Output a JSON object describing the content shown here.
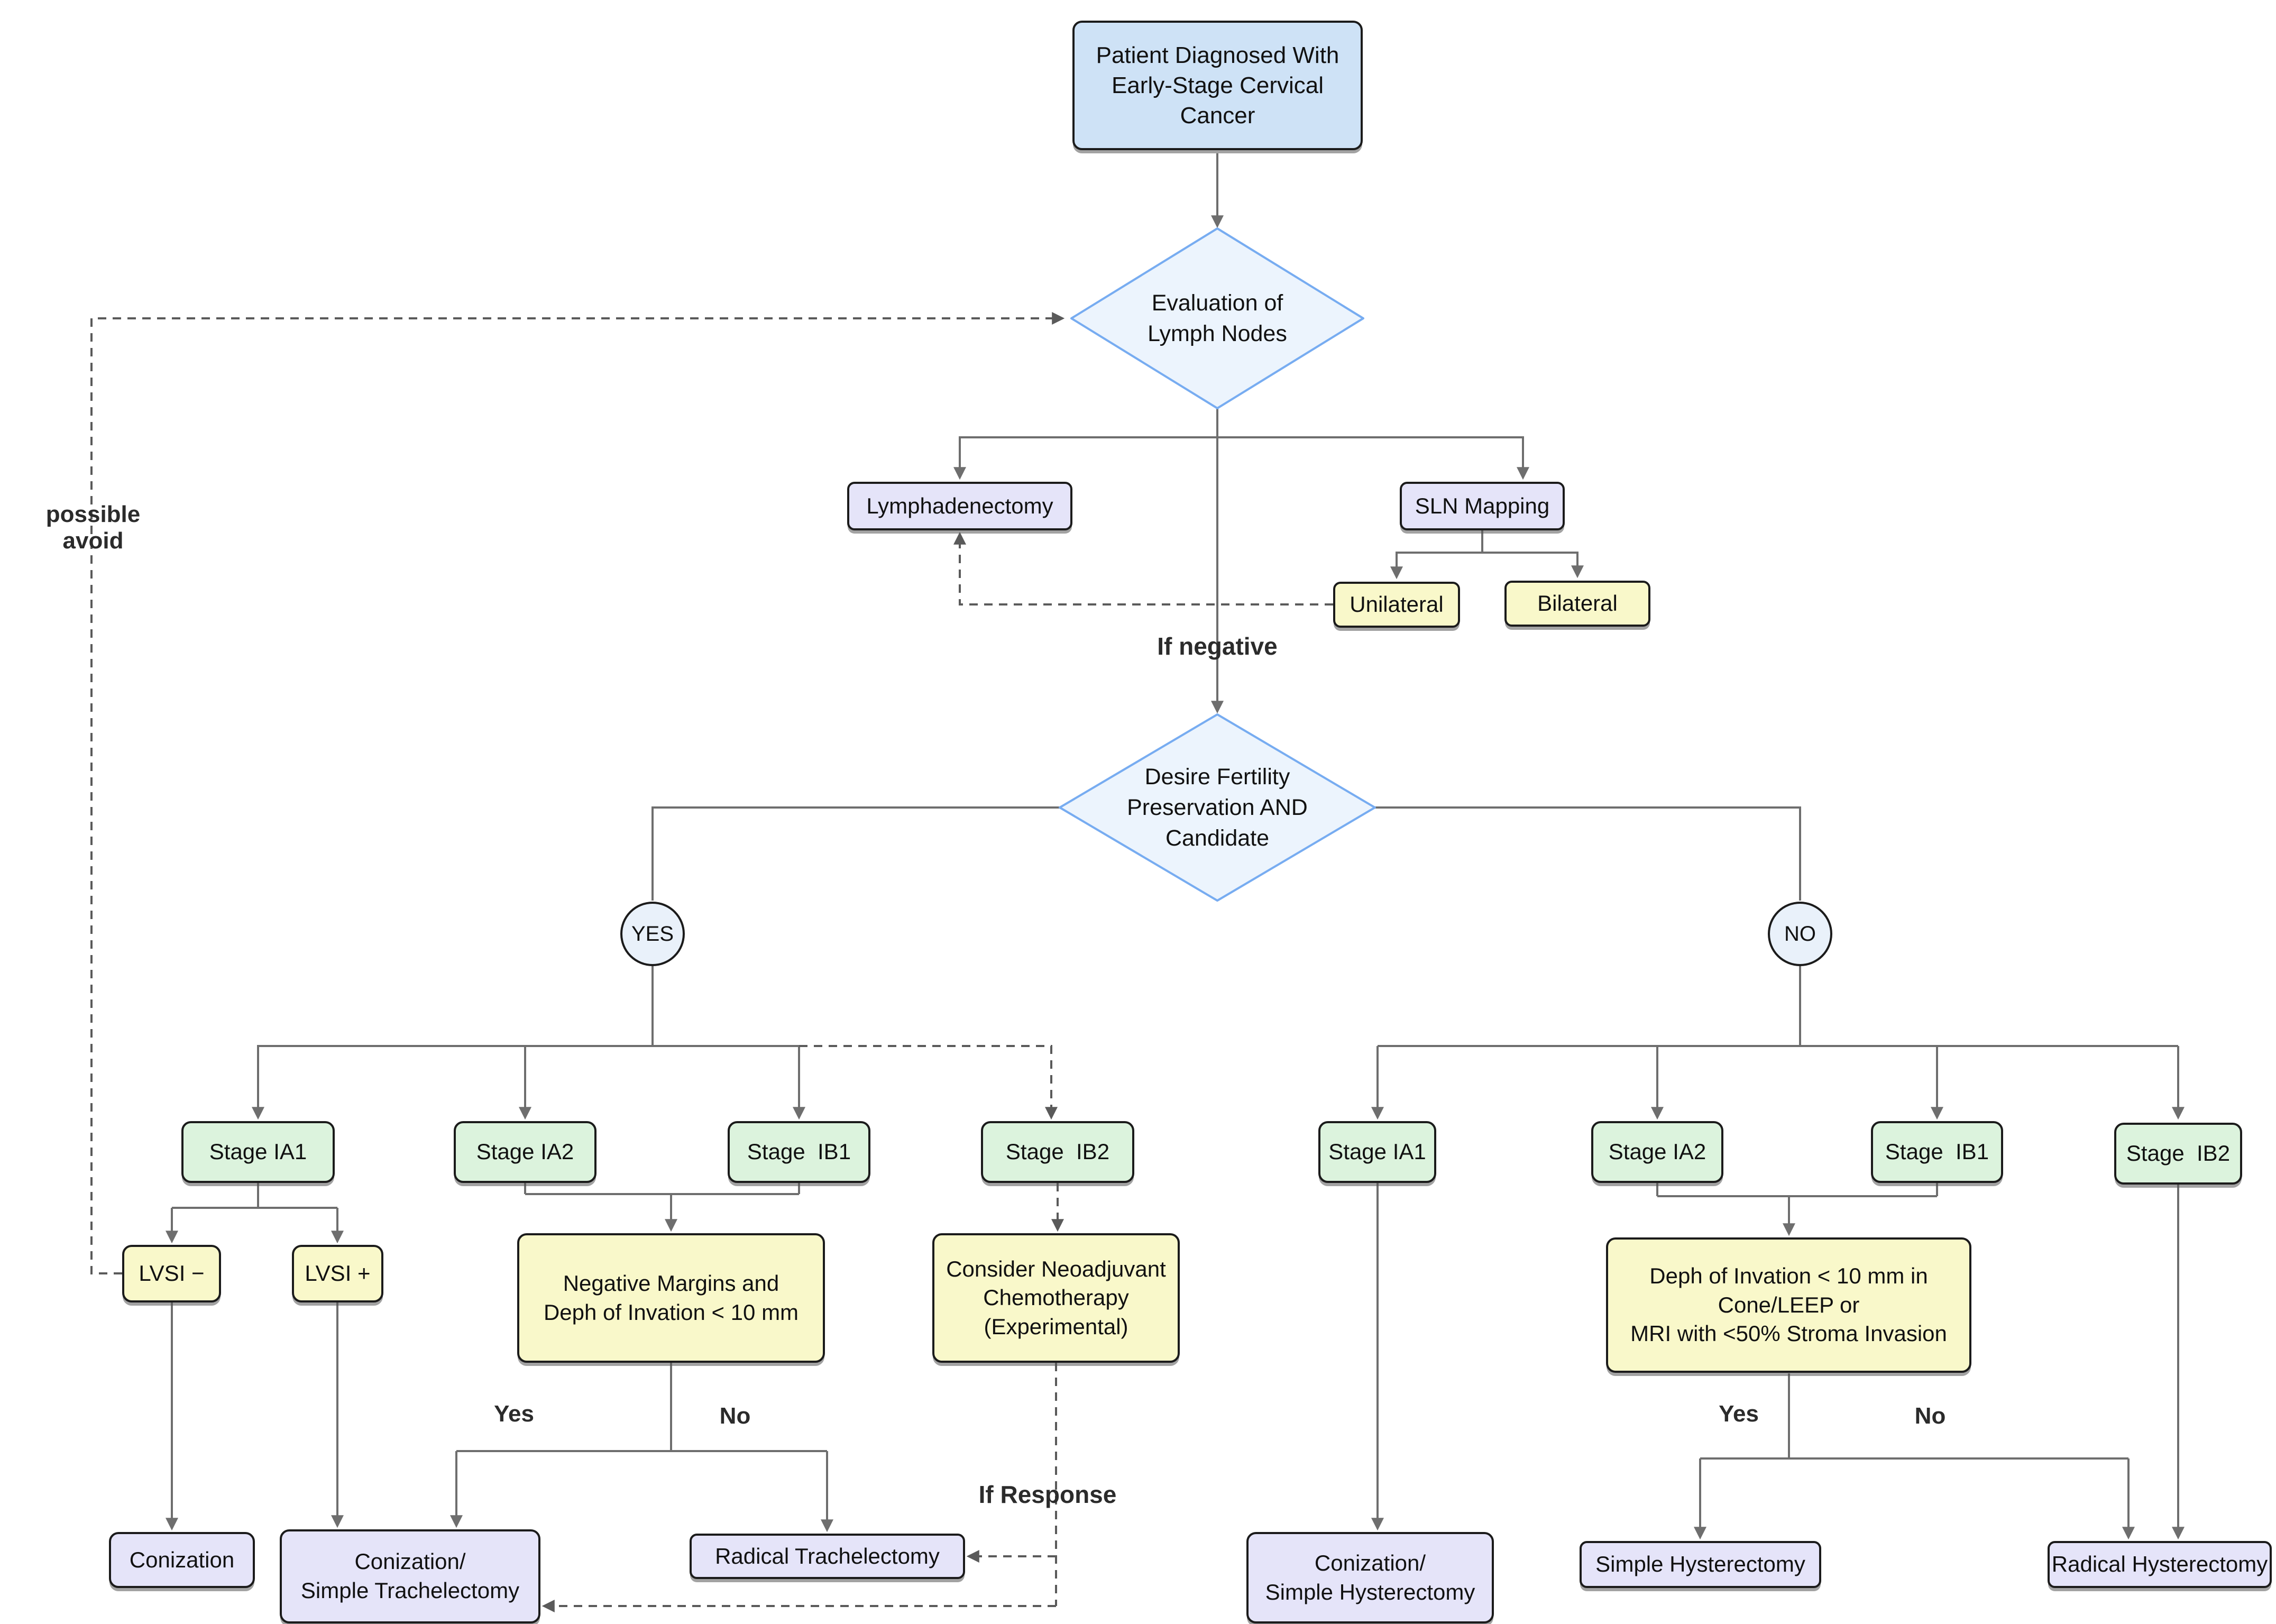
{
  "diagram_type": "flowchart",
  "colors": {
    "blue": "#cee2f6",
    "lavender": "#e5e4f9",
    "yellow": "#f9f8ca",
    "green": "#dcf3dd",
    "circle": "#e9f1fa",
    "diamond-fill": "#ecf4fd",
    "diamond-stroke": "#77acf1",
    "node-border": "#1b1b1b",
    "edge": "#6e6e6e",
    "edge-dashed": "#5a5a5a"
  },
  "nodes": {
    "patient": {
      "label": "Patient Diagnosed With\nEarly-Stage Cervical\nCancer"
    },
    "eval_lymph": {
      "label": "Evaluation of\nLymph Nodes"
    },
    "lymphadenectomy": {
      "label": "Lymphadenectomy"
    },
    "sln_mapping": {
      "label": "SLN Mapping"
    },
    "unilateral": {
      "label": "Unilateral"
    },
    "bilateral": {
      "label": "Bilateral"
    },
    "desire_fertility": {
      "label": "Desire Fertility\nPreservation AND\nCandidate"
    },
    "yes_circle": {
      "label": "YES"
    },
    "no_circle": {
      "label": "NO"
    },
    "stage_ia1_yes": {
      "label": "Stage IA1"
    },
    "stage_ia2_yes": {
      "label": "Stage IA2"
    },
    "stage_ib1_yes": {
      "label": "Stage  IB1"
    },
    "stage_ib2_yes": {
      "label": "Stage  IB2"
    },
    "lvsi_neg": {
      "label": "LVSI −"
    },
    "lvsi_pos": {
      "label": "LVSI +"
    },
    "neg_margins": {
      "label": "Negative Margins and\nDeph of Invation < 10 mm"
    },
    "neoadjuvant": {
      "label": "Consider Neoadjuvant\nChemotherapy\n(Experimental)"
    },
    "conization": {
      "label": "Conization"
    },
    "conization_st": {
      "label": "Conization/\nSimple Trachelectomy"
    },
    "radical_trach": {
      "label": "Radical Trachelectomy"
    },
    "stage_ia1_no": {
      "label": "Stage IA1"
    },
    "stage_ia2_no": {
      "label": "Stage IA2"
    },
    "stage_ib1_no": {
      "label": "Stage  IB1"
    },
    "stage_ib2_no": {
      "label": "Stage  IB2"
    },
    "deph_invasion": {
      "label": "Deph of Invation < 10 mm in\nCone/LEEP or\nMRI with <50% Stroma Invasion"
    },
    "conization_sh": {
      "label": "Conization/\nSimple Hysterectomy"
    },
    "simple_hyst": {
      "label": "Simple Hysterectomy"
    },
    "radical_hyst": {
      "label": "Radical Hysterectomy"
    }
  },
  "labels": {
    "possible_avoid": "possible avoid",
    "if_negative": "If negative",
    "yes_left": "Yes",
    "no_left": "No",
    "if_response": "If Response",
    "yes_right": "Yes",
    "no_right": "No"
  },
  "edges": [
    {
      "from": "patient",
      "to": "eval_lymph",
      "style": "solid"
    },
    {
      "from": "eval_lymph",
      "to": "lymphadenectomy",
      "style": "solid"
    },
    {
      "from": "eval_lymph",
      "to": "sln_mapping",
      "style": "solid"
    },
    {
      "from": "sln_mapping",
      "to": "unilateral",
      "style": "solid"
    },
    {
      "from": "sln_mapping",
      "to": "bilateral",
      "style": "solid"
    },
    {
      "from": "unilateral",
      "to": "lymphadenectomy",
      "style": "dashed"
    },
    {
      "from": "eval_lymph",
      "to": "desire_fertility",
      "style": "solid",
      "label": "If negative"
    },
    {
      "from": "desire_fertility",
      "to": "yes_circle",
      "style": "solid"
    },
    {
      "from": "desire_fertility",
      "to": "no_circle",
      "style": "solid"
    },
    {
      "from": "yes_circle",
      "to": "stage_ia1_yes",
      "style": "solid"
    },
    {
      "from": "yes_circle",
      "to": "stage_ia2_yes",
      "style": "solid"
    },
    {
      "from": "yes_circle",
      "to": "stage_ib1_yes",
      "style": "solid"
    },
    {
      "from": "yes_circle",
      "to": "stage_ib2_yes",
      "style": "dashed"
    },
    {
      "from": "stage_ia1_yes",
      "to": "lvsi_neg",
      "style": "solid"
    },
    {
      "from": "stage_ia1_yes",
      "to": "lvsi_pos",
      "style": "solid"
    },
    {
      "from": "stage_ia2_yes",
      "to": "neg_margins",
      "style": "solid"
    },
    {
      "from": "stage_ib1_yes",
      "to": "neg_margins",
      "style": "solid"
    },
    {
      "from": "stage_ib2_yes",
      "to": "neoadjuvant",
      "style": "dashed"
    },
    {
      "from": "lvsi_neg",
      "to": "conization",
      "style": "solid"
    },
    {
      "from": "lvsi_neg",
      "to": "eval_lymph",
      "style": "dashed",
      "label": "possible avoid"
    },
    {
      "from": "lvsi_pos",
      "to": "conization_st",
      "style": "solid"
    },
    {
      "from": "neg_margins",
      "to": "conization_st",
      "style": "solid",
      "label": "Yes"
    },
    {
      "from": "neg_margins",
      "to": "radical_trach",
      "style": "solid",
      "label": "No"
    },
    {
      "from": "neoadjuvant",
      "to": "radical_trach",
      "style": "dashed",
      "label": "If Response"
    },
    {
      "from": "neoadjuvant",
      "to": "conization_st",
      "style": "dashed"
    },
    {
      "from": "no_circle",
      "to": "stage_ia1_no",
      "style": "solid"
    },
    {
      "from": "no_circle",
      "to": "stage_ia2_no",
      "style": "solid"
    },
    {
      "from": "no_circle",
      "to": "stage_ib1_no",
      "style": "solid"
    },
    {
      "from": "no_circle",
      "to": "stage_ib2_no",
      "style": "solid"
    },
    {
      "from": "stage_ia1_no",
      "to": "conization_sh",
      "style": "solid"
    },
    {
      "from": "stage_ia2_no",
      "to": "deph_invasion",
      "style": "solid"
    },
    {
      "from": "stage_ib1_no",
      "to": "deph_invasion",
      "style": "solid"
    },
    {
      "from": "deph_invasion",
      "to": "simple_hyst",
      "style": "solid",
      "label": "Yes"
    },
    {
      "from": "deph_invasion",
      "to": "radical_hyst",
      "style": "solid",
      "label": "No"
    },
    {
      "from": "stage_ib2_no",
      "to": "radical_hyst",
      "style": "solid"
    }
  ]
}
